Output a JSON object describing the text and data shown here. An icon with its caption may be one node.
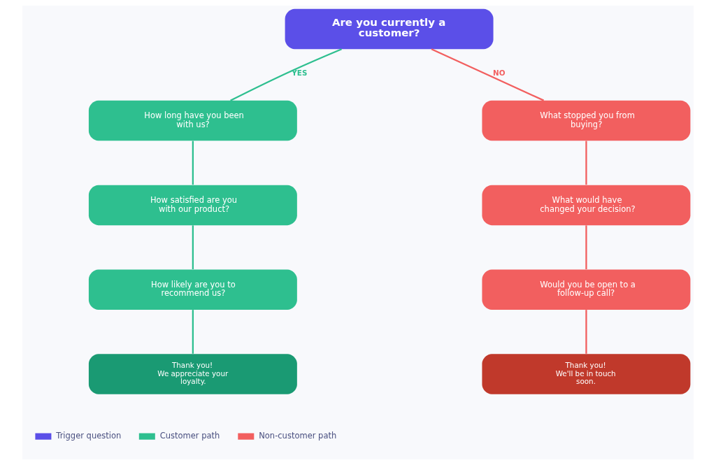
{
  "diagram": {
    "nodes": [
      {
        "text": [
          "Are you currently a customer?"
        ]
      },
      {
        "text": [
          "How long have you been with us?"
        ]
      },
      {
        "text": [
          "How satisfied are you with our product?"
        ]
      },
      {
        "text": [
          "How likely are you to recommend us?"
        ]
      },
      {
        "text": [
          "Thank you!",
          "We appreciate your loyalty."
        ]
      },
      {
        "text": [
          "What stopped you from buying?"
        ]
      },
      {
        "text": [
          "What would have changed your decision?"
        ]
      },
      {
        "text": [
          "Would you be open to a follow-up call?"
        ]
      },
      {
        "text": [
          "Thank you!",
          "We'll be in touch soon."
        ]
      }
    ],
    "edges": [
      {
        "from": 0,
        "to": 1,
        "arrow": "none",
        "label": "YES",
        "color": "#2ebf8f"
      },
      {
        "from": 1,
        "to": 2,
        "arrow": "none",
        "color": "#2ebf8f"
      },
      {
        "from": 2,
        "to": 3,
        "arrow": "none",
        "color": "#2ebf8f"
      },
      {
        "from": 3,
        "to": 4,
        "arrow": "none",
        "color": "#2ebf8f"
      },
      {
        "from": 0,
        "to": 5,
        "arrow": "none",
        "label": "NO",
        "color": "#f25f5f"
      },
      {
        "from": 5,
        "to": 6,
        "arrow": "none",
        "color": "#f25f5f"
      },
      {
        "from": 6,
        "to": 7,
        "arrow": "none",
        "color": "#f25f5f"
      },
      {
        "from": 7,
        "to": 8,
        "arrow": "none",
        "color": "#f25f5f"
      }
    ],
    "legend": [
      {
        "text": "Trigger question",
        "color": "#5b4fe8"
      },
      {
        "text": "Customer path",
        "color": "#2ebf8f"
      },
      {
        "text": "Non-customer path",
        "color": "#f25f5f"
      }
    ]
  }
}
